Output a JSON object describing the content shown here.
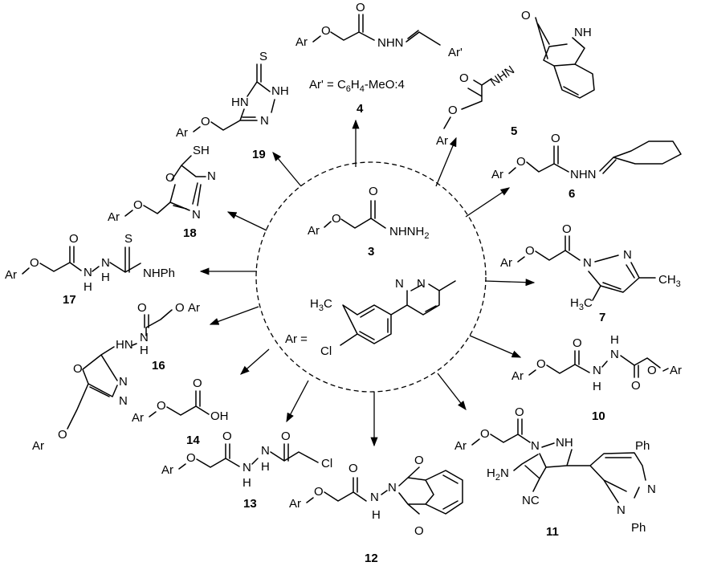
{
  "center": {
    "compound_number": "3",
    "ar_def_label": "Ar =",
    "frag_ar": "Ar",
    "frag_o": "O",
    "frag_hydrazide": "NHNH",
    "frag_hydrazide_sub": "2",
    "frag_h3c": "H",
    "frag_h3c_sub": "3",
    "frag_c": "C",
    "frag_cl": "Cl",
    "frag_n": "N"
  },
  "products": [
    {
      "number": "4",
      "frags": {
        "ar": "Ar",
        "o": "O",
        "o_carbonyl": "O",
        "nhn": "NHN",
        "ar_prime": "Ar'"
      },
      "note": {
        "a": "Ar' = C",
        "b": "6",
        "c": "H",
        "d": "4",
        "e": "-MeO:4"
      }
    },
    {
      "number": "5",
      "frags": {
        "ar": "Ar",
        "o": "O",
        "o_carbonyl": "O",
        "nhn": "NHN",
        "o_isatin": "O",
        "nh": "NH"
      }
    },
    {
      "number": "6",
      "frags": {
        "ar": "Ar",
        "o": "O",
        "o_carbonyl": "O",
        "nhn": "NHN"
      }
    },
    {
      "number": "7",
      "frags": {
        "ar": "Ar",
        "o": "O",
        "o_carbonyl": "O",
        "n1": "N",
        "n2": "N",
        "ch3": "CH",
        "ch3_sub": "3",
        "h3c": "H",
        "h3c_sub": "3",
        "h3c_c": "C"
      }
    },
    {
      "number": "10",
      "frags": {
        "ar": "Ar",
        "o": "O",
        "o1": "O",
        "n1": "N",
        "h1": "H",
        "n2": "N",
        "h2": "H",
        "o2": "O",
        "o3": "O",
        "ar2": "Ar"
      }
    },
    {
      "number": "11",
      "frags": {
        "ar": "Ar",
        "o": "O",
        "o_carbonyl": "O",
        "n1": "N",
        "nh": "NH",
        "h2n": "H",
        "h2n_sub": "2",
        "h2n_n": "N",
        "nc": "NC",
        "ph1": "Ph",
        "n3": "N",
        "n4": "N",
        "ph2": "Ph"
      }
    },
    {
      "number": "12",
      "frags": {
        "ar": "Ar",
        "o": "O",
        "o_carbonyl": "O",
        "n": "N",
        "h": "H",
        "n2": "N",
        "o_top": "O",
        "o_bot": "O"
      }
    },
    {
      "number": "13",
      "frags": {
        "ar": "Ar",
        "o": "O",
        "o1": "O",
        "n1": "N",
        "h1": "H",
        "n2": "N",
        "h2": "H",
        "o2": "O",
        "cl": "Cl"
      }
    },
    {
      "number": "14",
      "frags": {
        "ar": "Ar",
        "o": "O",
        "o_carbonyl": "O",
        "oh": "OH"
      }
    },
    {
      "number": "16",
      "frags": {
        "ar1": "Ar",
        "o1": "O",
        "o_carbonyl": "O",
        "hn": "HN",
        "nh": "N",
        "h": "H",
        "o_ring": "O",
        "n1": "N",
        "n2": "N",
        "o2": "O",
        "ar2": "Ar"
      }
    },
    {
      "number": "17",
      "frags": {
        "ar": "Ar",
        "o": "O",
        "o_carbonyl": "O",
        "n1": "N",
        "h1": "H",
        "n2": "N",
        "h2": "H",
        "s": "S",
        "nhph": "NHPh"
      }
    },
    {
      "number": "18",
      "frags": {
        "ar": "Ar",
        "o": "O",
        "o_ring": "O",
        "n1": "N",
        "n2": "N",
        "sh": "SH"
      }
    },
    {
      "number": "19",
      "frags": {
        "ar": "Ar",
        "o": "O",
        "hn": "HN",
        "nh": "NH",
        "n": "N",
        "s": "S"
      }
    }
  ]
}
